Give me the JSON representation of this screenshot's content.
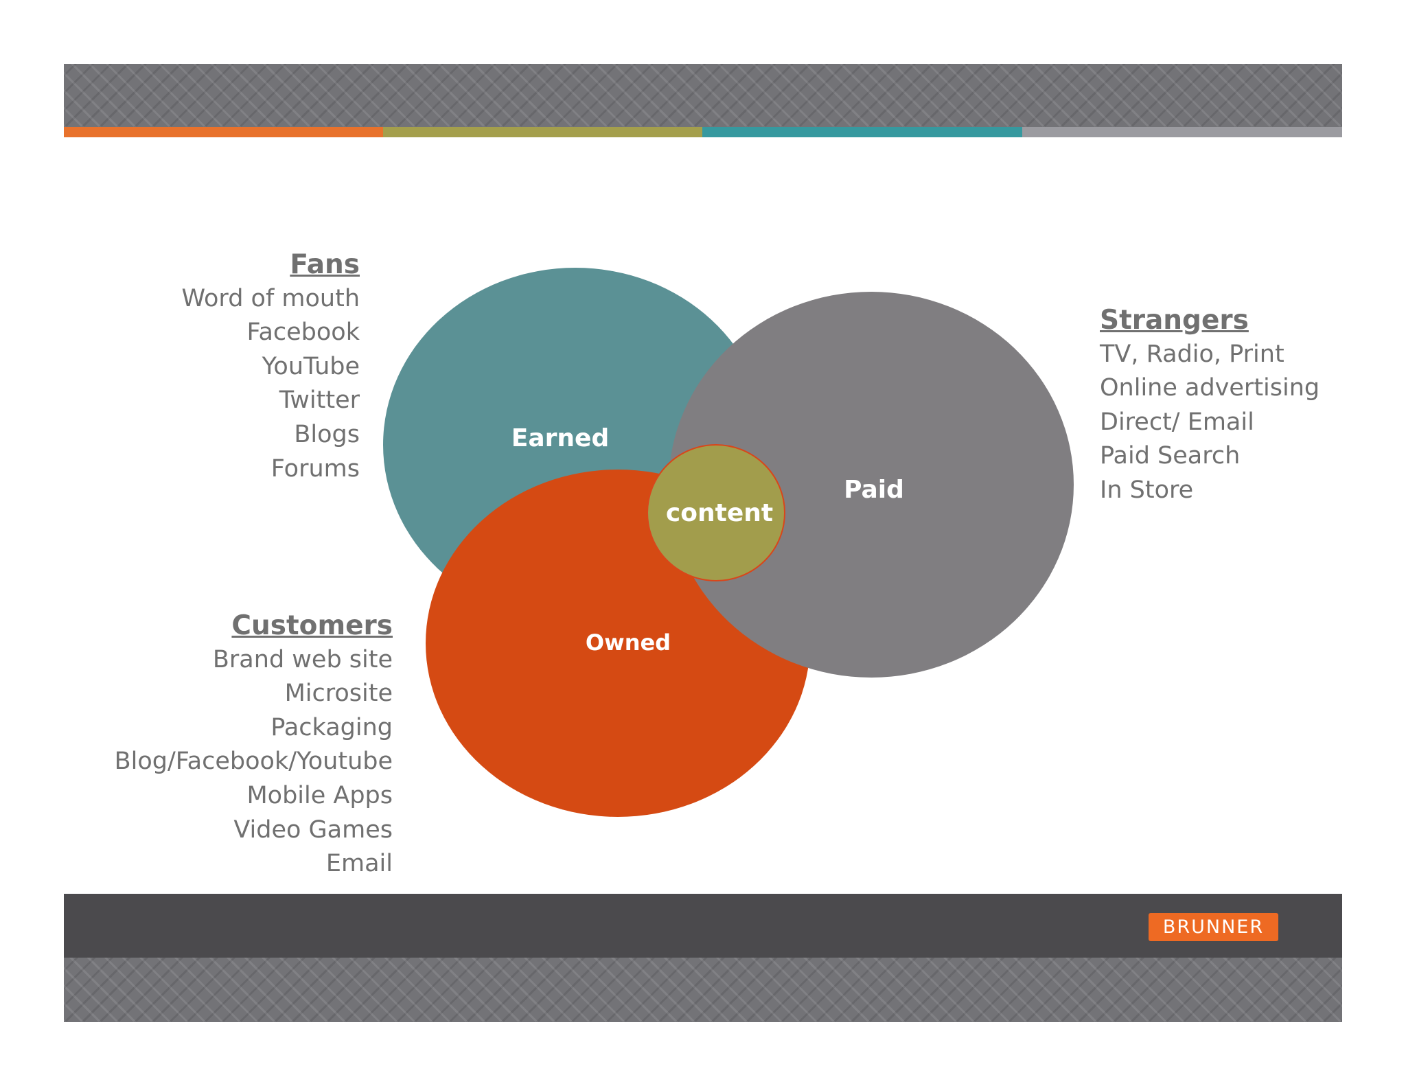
{
  "colors": {
    "stripe_orange": "#e8722c",
    "stripe_olive": "#a49f4c",
    "stripe_teal": "#36999f",
    "stripe_gray": "#9b9ba0",
    "earned": "#5b9195",
    "owned": "#d54a13",
    "paid": "#807e81",
    "content": "#a29d4c",
    "logo_bg": "#ee6a23"
  },
  "diagram": {
    "earned_label": "Earned",
    "owned_label": "Owned",
    "paid_label": "Paid",
    "center_label": "content"
  },
  "fans": {
    "heading": "Fans",
    "items": [
      "Word of mouth",
      "Facebook",
      "YouTube",
      "Twitter",
      "Blogs",
      "Forums"
    ]
  },
  "strangers": {
    "heading": "Strangers",
    "items": [
      "TV, Radio, Print",
      "Online advertising",
      "Direct/ Email",
      "Paid Search",
      "In Store"
    ]
  },
  "customers": {
    "heading": "Customers",
    "items": [
      "Brand web site",
      "Microsite",
      "Packaging",
      "Blog/Facebook/Youtube",
      "Mobile Apps",
      "Video Games",
      "Email"
    ]
  },
  "logo": {
    "text": "BRUNNER"
  }
}
